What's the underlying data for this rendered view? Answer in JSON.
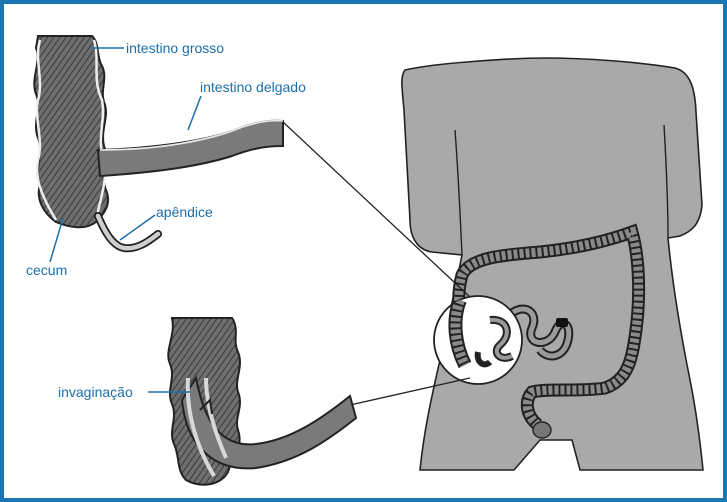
{
  "labels": {
    "large_intestine": "intestino grosso",
    "small_intestine": "intestino delgado",
    "appendix": "apêndice",
    "cecum": "cecum",
    "intussusception": "invaginação"
  },
  "colors": {
    "border": "#1b77b4",
    "label": "#1b6fae",
    "body_fill": "#a9a9a9",
    "intestine_fill": "#7a7a7a",
    "outline": "#222222"
  }
}
